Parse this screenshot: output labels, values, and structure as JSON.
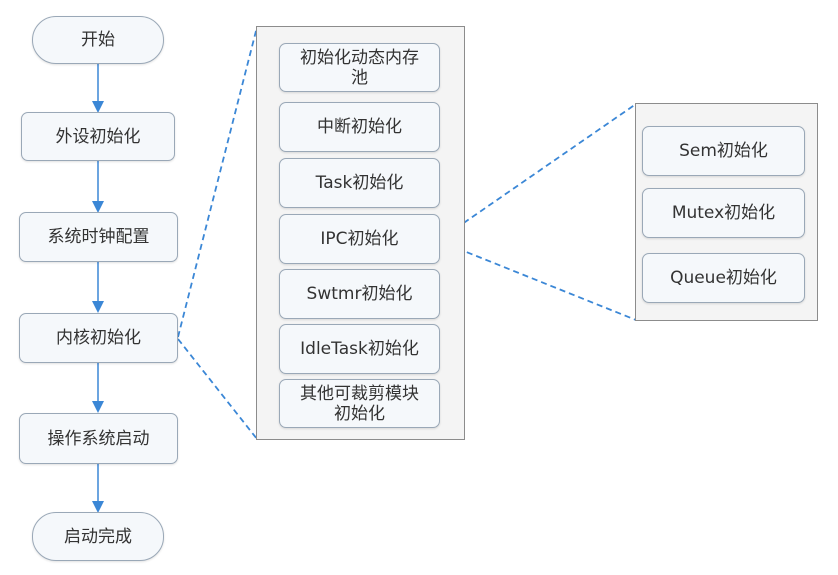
{
  "flow": {
    "start": "开始",
    "peripheral_init": "外设初始化",
    "clock_config": "系统时钟配置",
    "kernel_init": "内核初始化",
    "os_start": "操作系统启动",
    "boot_complete": "启动完成"
  },
  "kernel_modules": [
    "初始化动态内存池",
    "中断初始化",
    "Task初始化",
    "IPC初始化",
    "Swtmr初始化",
    "IdleTask初始化",
    "其他可裁剪模块初始化"
  ],
  "ipc_modules": [
    "Sem初始化",
    "Mutex初始化",
    "Queue初始化"
  ],
  "colors": {
    "arrow": "#3b87d6",
    "dashed": "#3b87d6",
    "node_fill": "#f5f8fb",
    "node_border": "#9aa8b7",
    "panel_fill": "#f4f4f4"
  }
}
